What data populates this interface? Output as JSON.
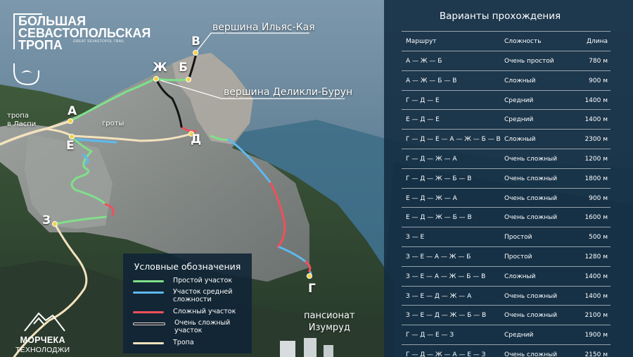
{
  "logo": {
    "title_lines": [
      "БОЛЬШАЯ",
      "СЕВАСТОПОЛЬСКАЯ",
      "ТРОПА"
    ],
    "subtitle": "GREAT SEVASTOPOL TRAIL"
  },
  "map": {
    "points": {
      "a": "А",
      "b": "Б",
      "v": "В",
      "zh": "Ж",
      "d": "Д",
      "e": "Е",
      "z": "З",
      "g": "Г"
    },
    "peak_ilyas": "вершина Ильяс-Кая",
    "peak_delikli": "вершина Деликли-Бурун",
    "trail_laspi_1": "тропа",
    "trail_laspi_2": "в Ласпи",
    "grottoes": "гроты",
    "pension_1": "пансионат",
    "pension_2": "Изумруд"
  },
  "legend": {
    "title": "Условные обозначения",
    "items": [
      {
        "label": "Простой участок",
        "color": "#7fe08a"
      },
      {
        "label": "Участок средней сложности",
        "color": "#5fb8ee"
      },
      {
        "label": "Сложный участок",
        "color": "#f0505a"
      },
      {
        "label": "Очень сложный участок",
        "color": "#1b1b1b"
      },
      {
        "label": "Тропа",
        "color": "#f3e2bd"
      }
    ]
  },
  "brand": {
    "name": "МОРЧЕКА",
    "sub": "ТЕХНОЛОДЖИ"
  },
  "routes": {
    "title": "Варианты прохождения",
    "headers": {
      "route": "Маршрут",
      "difficulty": "Сложность",
      "length": "Длина"
    },
    "rows": [
      {
        "route": "А — Ж — Б",
        "difficulty": "Очень простой",
        "length": "780 м"
      },
      {
        "route": "А — Ж — Б — В",
        "difficulty": "Сложный",
        "length": "900 м"
      },
      {
        "route": "Г — Д — Е",
        "difficulty": "Средний",
        "length": "1400 м"
      },
      {
        "route": "Е — Д — Е",
        "difficulty": "Средний",
        "length": "1400 м"
      },
      {
        "route": "Г — Д — Е — А — Ж — Б — В",
        "difficulty": "Сложный",
        "length": "2300 м"
      },
      {
        "route": "Г — Д — Ж — А",
        "difficulty": "Очень сложный",
        "length": "1200 м"
      },
      {
        "route": "Г — Д — Ж — Б — В",
        "difficulty": "Очень сложный",
        "length": "1800 м"
      },
      {
        "route": "Е — Д — Ж — А",
        "difficulty": "Очень сложный",
        "length": "900 м"
      },
      {
        "route": "Е — Д — Ж — Б — В",
        "difficulty": "Очень сложный",
        "length": "1600 м"
      },
      {
        "route": "З — Е",
        "difficulty": "Простой",
        "length": "500 м"
      },
      {
        "route": "З — Е — А — Ж — Б",
        "difficulty": "Простой",
        "length": "1280 м"
      },
      {
        "route": "З — Е — А — Ж — Б — В",
        "difficulty": "Сложный",
        "length": "1400 м"
      },
      {
        "route": "З — Е — Д — Ж — А",
        "difficulty": "Очень сложный",
        "length": "1400 м"
      },
      {
        "route": "З — Е — Д — Ж — Б — В",
        "difficulty": "Очень сложный",
        "length": "2100 м"
      },
      {
        "route": "Г — Д — Е — З",
        "difficulty": "Средний",
        "length": "1900 м"
      },
      {
        "route": "Г — Д — Ж — А — Е — З",
        "difficulty": "Очень сложный",
        "length": "2150 м"
      }
    ]
  }
}
